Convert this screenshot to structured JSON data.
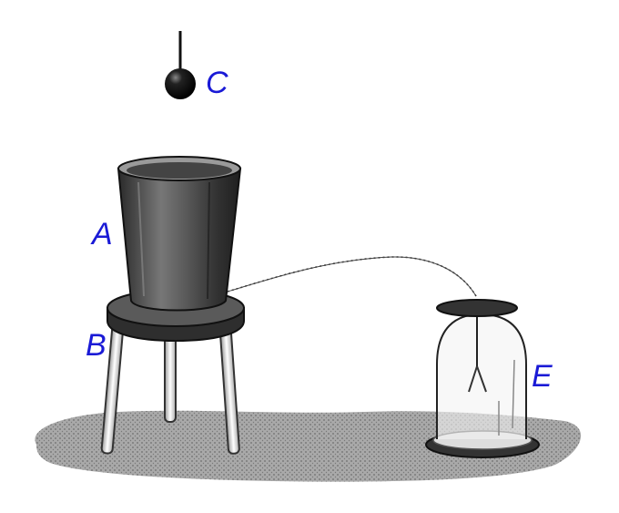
{
  "labels": {
    "c": "C",
    "a": "A",
    "b": "B",
    "e": "E"
  },
  "colors": {
    "label": "#1a1ad6",
    "ink": "#1a1a1a",
    "ground": "#8a8a8a"
  }
}
